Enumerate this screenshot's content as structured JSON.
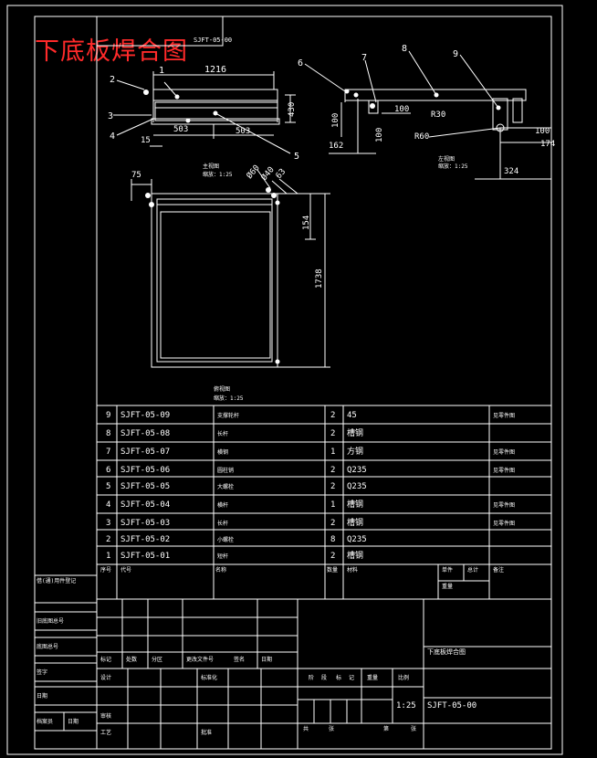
{
  "title": "下底板焊合图",
  "corner_label": "SJFT-05-00",
  "parts": [
    {
      "no": "9",
      "code": "SJFT-05-09",
      "name": "支撑轮杆",
      "qty": "2",
      "material": "45",
      "note": "见零件图"
    },
    {
      "no": "8",
      "code": "SJFT-05-08",
      "name": "长杆",
      "qty": "2",
      "material": "槽钢",
      "note": ""
    },
    {
      "no": "7",
      "code": "SJFT-05-07",
      "name": "横钢",
      "qty": "1",
      "material": "方钢",
      "note": "见零件图"
    },
    {
      "no": "6",
      "code": "SJFT-05-06",
      "name": "圆柱销",
      "qty": "2",
      "material": "Q235",
      "note": "见零件图"
    },
    {
      "no": "5",
      "code": "SJFT-05-05",
      "name": "大螺栓",
      "qty": "2",
      "material": "Q235",
      "note": ""
    },
    {
      "no": "4",
      "code": "SJFT-05-04",
      "name": "横杆",
      "qty": "1",
      "material": "槽钢",
      "note": "见零件图"
    },
    {
      "no": "3",
      "code": "SJFT-05-03",
      "name": "长杆",
      "qty": "2",
      "material": "槽钢",
      "note": "见零件图"
    },
    {
      "no": "2",
      "code": "SJFT-05-02",
      "name": "小螺栓",
      "qty": "8",
      "material": "Q235",
      "note": ""
    },
    {
      "no": "1",
      "code": "SJFT-05-01",
      "name": "短杆",
      "qty": "2",
      "material": "槽钢",
      "note": ""
    }
  ],
  "bom_header": {
    "no": "序号",
    "code": "代号",
    "name": "名称",
    "qty": "数量",
    "material": "材料",
    "single": "单件",
    "total": "总计",
    "weight": "重量",
    "note": "备注"
  },
  "left_strip": [
    "借(通)用件登记",
    "旧底图总号",
    "底图总号",
    "签字",
    "日期",
    "档案员",
    "日期"
  ],
  "title_block": {
    "drawing_name": "下底板焊合图",
    "drawing_code": "SJFT-05-00",
    "scale": "1:25",
    "rev_headers": [
      "标记",
      "处数",
      "分区",
      "更改文件号",
      "签名",
      "日期"
    ],
    "signs": [
      "设计",
      "标准化",
      "审核",
      "批准",
      "工艺"
    ],
    "stage_headers": [
      "阶",
      "段",
      "标",
      "记",
      "重量",
      "比例"
    ],
    "sheet_text": [
      "共",
      "张",
      "第",
      "张"
    ]
  },
  "views": {
    "front_label": "主视图",
    "front_scale": "缩放：1:25",
    "side_label": "左视图",
    "side_scale": "缩放：1:25",
    "top_label": "俯视图",
    "top_scale": "缩放：1:25"
  },
  "dims": {
    "d1216": "1216",
    "d430": "430",
    "d503a": "503",
    "d503b": "503",
    "d15": "15",
    "d75": "75",
    "d154": "154",
    "d1738": "1738",
    "dphi60": "Ø60",
    "dphi40": "Ø40",
    "d63": "63",
    "d100a": "100",
    "d100b": "100",
    "d100c": "100",
    "d100d": "100",
    "d162": "162",
    "dR30": "R30",
    "dR60": "R60",
    "d174": "174",
    "d324": "324"
  },
  "callouts": [
    "1",
    "2",
    "3",
    "4",
    "5",
    "6",
    "7",
    "8",
    "9"
  ]
}
